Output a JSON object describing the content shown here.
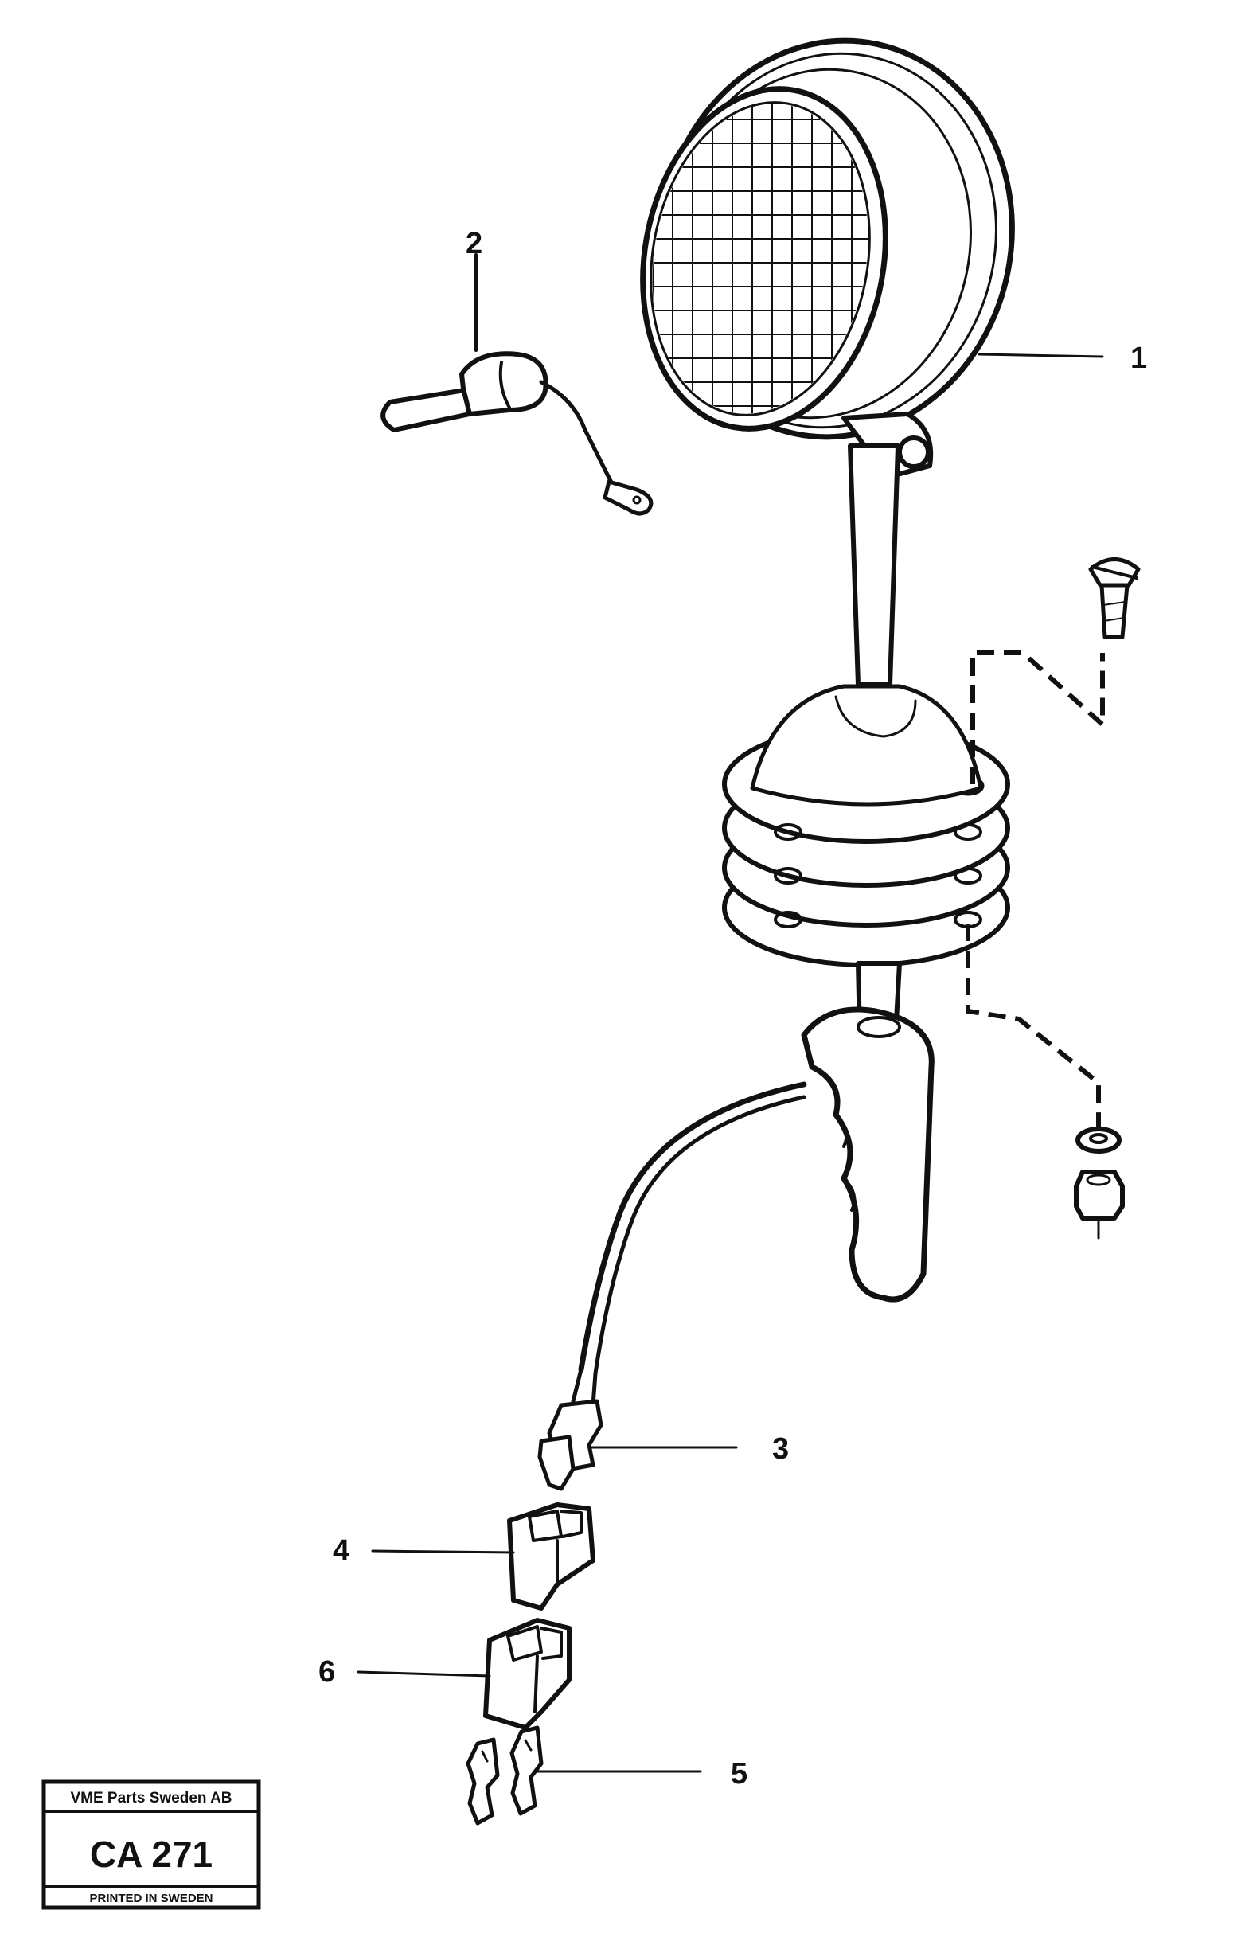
{
  "callouts": [
    {
      "id": "1",
      "label": "1"
    },
    {
      "id": "2",
      "label": "2"
    },
    {
      "id": "3",
      "label": "3"
    },
    {
      "id": "4",
      "label": "4"
    },
    {
      "id": "5",
      "label": "5"
    },
    {
      "id": "6",
      "label": "6"
    }
  ],
  "stamp": {
    "company": "VME Parts Sweden AB",
    "code": "CA 271",
    "footer": "PRINTED IN SWEDEN"
  },
  "colors": {
    "ink": "#111111",
    "paper": "#ffffff"
  }
}
